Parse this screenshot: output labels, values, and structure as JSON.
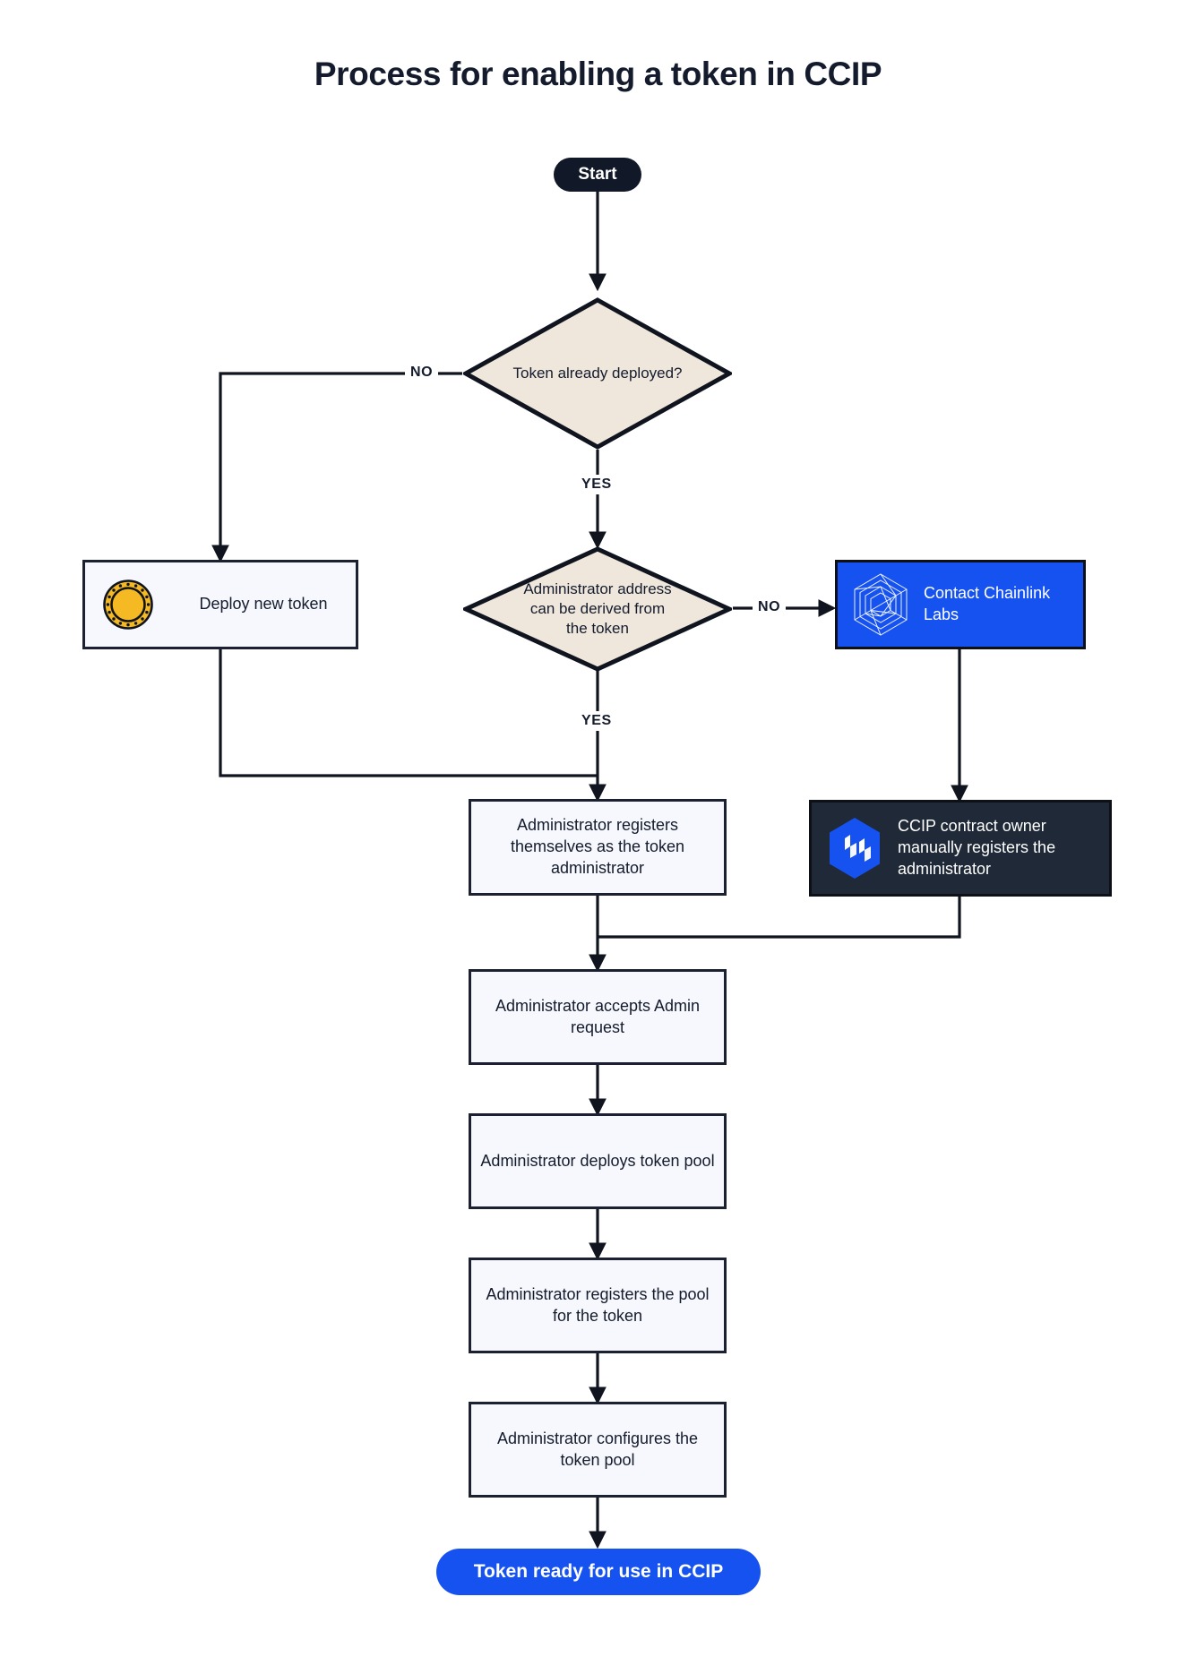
{
  "diagram": {
    "title": "Process for enabling a token in CCIP",
    "type": "flowchart",
    "orientation": "top-to-bottom",
    "colors": {
      "start_node_bg": "#111827",
      "end_node_bg": "#1652f0",
      "decision_bg": "#efe7dc",
      "process_bg": "#f6f8fd",
      "accent_blue": "#1652f0",
      "dark_panel_bg": "#1f2937",
      "stroke": "#1b2130",
      "coin_gold": "#f5b923",
      "text_dark": "#141b2d",
      "text_light": "#ffffff"
    },
    "nodes": {
      "start": {
        "label": "Start",
        "shape": "pill",
        "style": "dark"
      },
      "decision_token_deployed": {
        "label": "Token already deployed?",
        "shape": "diamond",
        "style": "beige"
      },
      "deploy_new_token": {
        "label": "Deploy new token",
        "shape": "rect",
        "style": "light",
        "icon": "gold-coin-icon"
      },
      "decision_admin_derived": {
        "label": "Administrator address can be derived from the token",
        "shape": "diamond",
        "style": "beige"
      },
      "contact_chainlink_labs": {
        "label": "Contact Chainlink Labs",
        "shape": "rect",
        "style": "blue",
        "icon": "chainlink-hexagon-icon"
      },
      "admin_registers_self": {
        "label": "Administrator registers themselves as the token administrator",
        "shape": "rect",
        "style": "light"
      },
      "ccip_owner_registers": {
        "label": "CCIP contract owner manually registers the administrator",
        "shape": "rect",
        "style": "dark",
        "icon": "ccip-hexagon-icon"
      },
      "admin_accepts_request": {
        "label": "Administrator accepts Admin request",
        "shape": "rect",
        "style": "light"
      },
      "admin_deploys_pool": {
        "label": "Administrator deploys token pool",
        "shape": "rect",
        "style": "light"
      },
      "admin_registers_pool": {
        "label": "Administrator registers the pool for the token",
        "shape": "rect",
        "style": "light"
      },
      "admin_configures_pool": {
        "label": "Administrator configures the token pool",
        "shape": "rect",
        "style": "light"
      },
      "token_ready": {
        "label": "Token ready for use in CCIP",
        "shape": "pill",
        "style": "blue"
      }
    },
    "edge_labels": {
      "deployed_no": "NO",
      "deployed_yes": "YES",
      "derived_no": "NO",
      "derived_yes": "YES"
    },
    "edges": [
      {
        "from": "start",
        "to": "decision_token_deployed",
        "label": ""
      },
      {
        "from": "decision_token_deployed",
        "to": "deploy_new_token",
        "label": "NO"
      },
      {
        "from": "decision_token_deployed",
        "to": "decision_admin_derived",
        "label": "YES"
      },
      {
        "from": "deploy_new_token",
        "to": "admin_registers_self",
        "label": ""
      },
      {
        "from": "decision_admin_derived",
        "to": "contact_chainlink_labs",
        "label": "NO"
      },
      {
        "from": "decision_admin_derived",
        "to": "admin_registers_self",
        "label": "YES"
      },
      {
        "from": "contact_chainlink_labs",
        "to": "ccip_owner_registers",
        "label": ""
      },
      {
        "from": "admin_registers_self",
        "to": "admin_accepts_request",
        "label": ""
      },
      {
        "from": "ccip_owner_registers",
        "to": "admin_accepts_request",
        "label": ""
      },
      {
        "from": "admin_accepts_request",
        "to": "admin_deploys_pool",
        "label": ""
      },
      {
        "from": "admin_deploys_pool",
        "to": "admin_registers_pool",
        "label": ""
      },
      {
        "from": "admin_registers_pool",
        "to": "admin_configures_pool",
        "label": ""
      },
      {
        "from": "admin_configures_pool",
        "to": "token_ready",
        "label": ""
      }
    ]
  }
}
